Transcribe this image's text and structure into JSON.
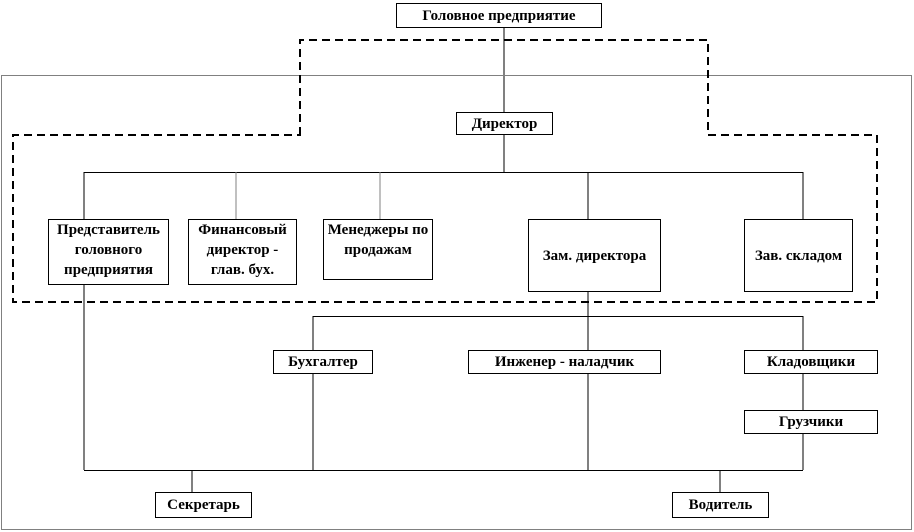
{
  "diagram": {
    "head_company": "Головное предприятие",
    "director": "Директор",
    "rep_head_company": "Представитель головного предприятия",
    "financial_director": "Финансовый директор - глав. бух.",
    "sales_managers": "Менеджеры по продажам",
    "deputy_director": "Зам. директора",
    "warehouse_head": "Зав. складом",
    "accountant": "Бухгалтер",
    "engineer": "Инженер - наладчик",
    "storekeepers": "Кладовщики",
    "loaders": "Грузчики",
    "secretary": "Секретарь",
    "driver": "Водитель"
  }
}
